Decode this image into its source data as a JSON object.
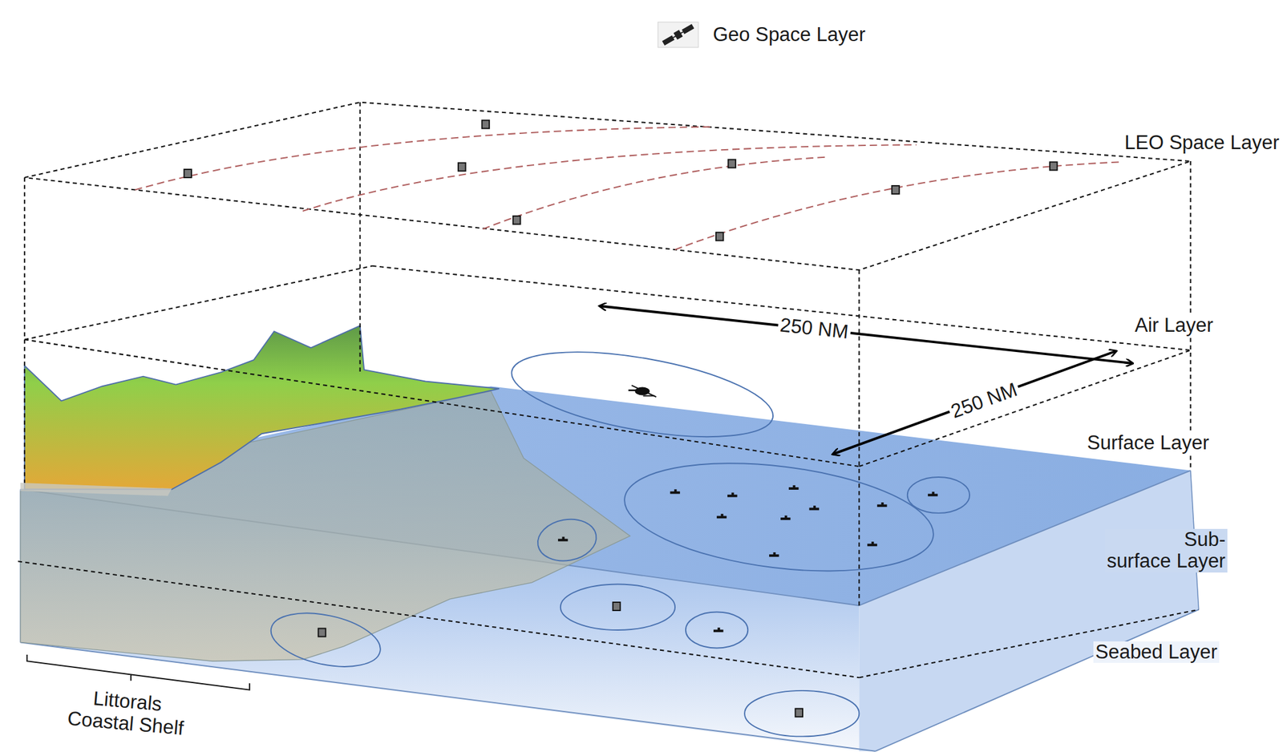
{
  "diagram": {
    "labels": [
      "LEO Space Layer",
      "Air Layer",
      "250 NM",
      "250 NM",
      "Surface Layer",
      "Sub- surface Layer",
      "Seabed Layer",
      "Littorals Coastal Shelf"
    ],
    "legend": [
      {
        "text": "Geo Space Layer"
      }
    ]
  }
}
